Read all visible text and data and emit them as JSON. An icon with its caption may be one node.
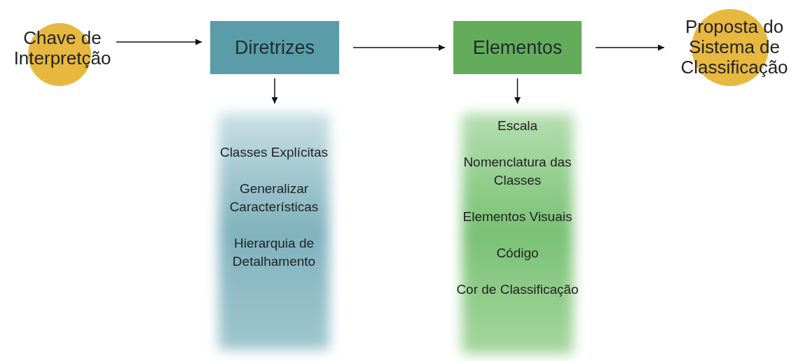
{
  "diagram": {
    "nodes": [
      {
        "text": [
          "Chave de Interpretção"
        ]
      },
      {
        "text": [
          "Diretrizes"
        ]
      },
      {
        "text": [
          "Elementos"
        ]
      },
      {
        "text": [
          "Proposta do Sistema de Classificação"
        ]
      },
      {
        "text": [
          "Classes Explícitas",
          "Generalizar Características",
          "Hierarquia de Detalhamento"
        ]
      },
      {
        "text": [
          "Escala",
          "Nomenclatura das Classes",
          "Elementos Visuais",
          "Código",
          "Cor de Classificação"
        ]
      }
    ],
    "edges": [
      {
        "from": 0,
        "to": 1,
        "arrow": "to"
      },
      {
        "from": 1,
        "to": 2,
        "arrow": "to"
      },
      {
        "from": 2,
        "to": 3,
        "arrow": "to"
      },
      {
        "from": 1,
        "to": 4,
        "arrow": "to"
      },
      {
        "from": 2,
        "to": 5,
        "arrow": "to"
      }
    ]
  }
}
